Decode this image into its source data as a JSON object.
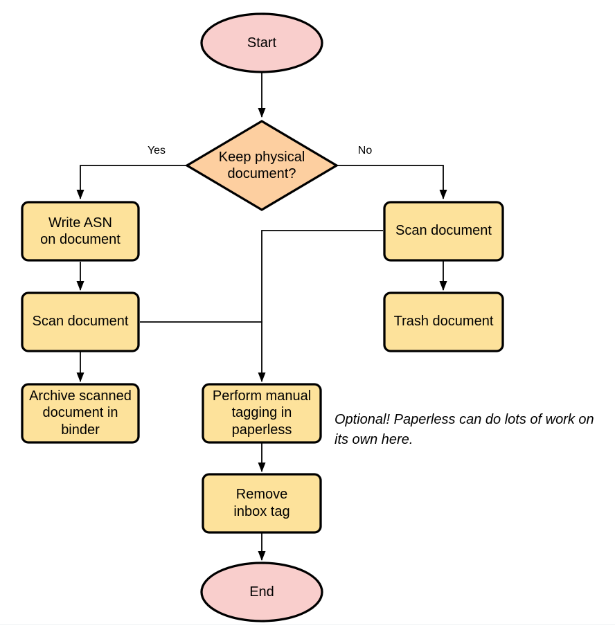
{
  "diagram": {
    "colors": {
      "terminator_fill": "#f9cecc",
      "decision_fill": "#fdcfa0",
      "process_fill": "#fde29b",
      "stroke": "#000000"
    },
    "nodes": {
      "start": {
        "label": "Start",
        "type": "terminator"
      },
      "decision": {
        "label": "Keep physical\ndocument?",
        "type": "decision"
      },
      "write_asn": {
        "label": "Write ASN\non document",
        "type": "process"
      },
      "scan_left": {
        "label": "Scan document",
        "type": "process"
      },
      "archive": {
        "label": "Archive scanned\ndocument in\nbinder",
        "type": "process"
      },
      "scan_right": {
        "label": "Scan document",
        "type": "process"
      },
      "trash": {
        "label": "Trash document",
        "type": "process"
      },
      "perform_tagging": {
        "label": "Perform manual\ntagging in\npaperless",
        "type": "process"
      },
      "remove_inbox": {
        "label": "Remove\ninbox tag",
        "type": "process"
      },
      "end": {
        "label": "End",
        "type": "terminator"
      }
    },
    "edge_labels": {
      "yes": "Yes",
      "no": "No"
    },
    "note": "Optional! Paperless can do lots of work on\nits own here."
  }
}
